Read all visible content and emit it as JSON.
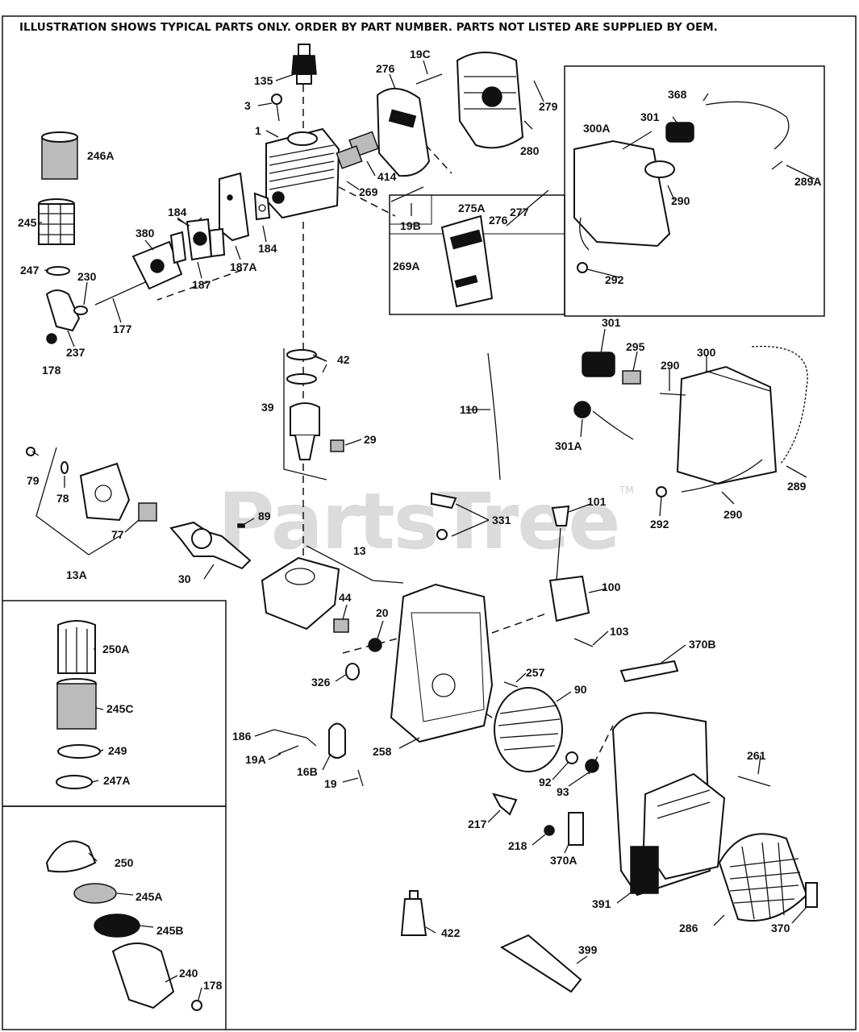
{
  "header": {
    "notice": "ILLUSTRATION SHOWS TYPICAL PARTS ONLY. ORDER BY PART NUMBER. PARTS NOT LISTED ARE SUPPLIED BY OEM."
  },
  "watermark": {
    "brand": "PartsTree",
    "trademark": "TM"
  },
  "callouts": {
    "c135": "135",
    "c3": "3",
    "c1": "1",
    "c276a": "276",
    "c19c": "19C",
    "c279": "279",
    "c280": "280",
    "c414": "414",
    "c269": "269",
    "c19b": "19B",
    "c246a": "246A",
    "c245": "245",
    "c184a": "184",
    "c380": "380",
    "c184b": "184",
    "c187a": "187A",
    "c187": "187",
    "c247": "247",
    "c230": "230",
    "c177": "177",
    "c237": "237",
    "c178a": "178",
    "c275a": "275A",
    "c276b": "276",
    "c277": "277",
    "c269a": "269A",
    "c368": "368",
    "c301a": "301",
    "c300a": "300A",
    "c289a": "289A",
    "c290a": "290",
    "c292a": "292",
    "c42": "42",
    "c39": "39",
    "c29": "29",
    "c110": "110",
    "c301b": "301",
    "c295": "295",
    "c290b": "290",
    "c300": "300",
    "c301A": "301A",
    "c289": "289",
    "c290c": "290",
    "c292b": "292",
    "c79": "79",
    "c78": "78",
    "c77": "77",
    "c89": "89",
    "c13a": "13A",
    "c30": "30",
    "c13": "13",
    "c331": "331",
    "c101": "101",
    "c100": "100",
    "c103": "103",
    "c44": "44",
    "c20": "20",
    "c250a": "250A",
    "c245c": "245C",
    "c249": "249",
    "c247a": "247A",
    "c326": "326",
    "c257": "257",
    "c90": "90",
    "c370b": "370B",
    "c186": "186",
    "c19a": "19A",
    "c16b": "16B",
    "c19": "19",
    "c258": "258",
    "c92": "92",
    "c93": "93",
    "c261": "261",
    "c217": "217",
    "c218": "218",
    "c370a": "370A",
    "c250": "250",
    "c245a": "245A",
    "c245b": "245B",
    "c240": "240",
    "c178b": "178",
    "c422": "422",
    "c399": "399",
    "c391": "391",
    "c286": "286",
    "c370": "370"
  }
}
